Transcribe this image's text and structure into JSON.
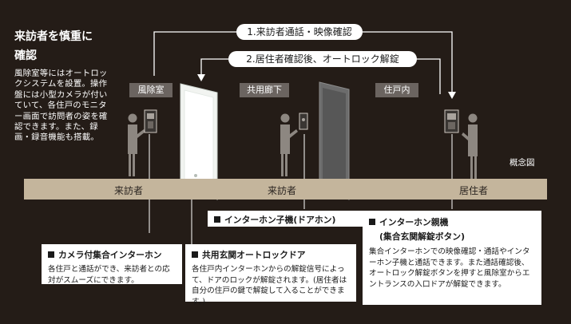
{
  "heading_lines": [
    "来訪者を慎重に",
    "確認"
  ],
  "description": "風除室等にはオートロックシステムを設置。操作盤には小型カメラが付いていて、各住戸のモニター画面で訪問者の姿を確認できます。また、録画・録音機能も搭載。",
  "zones": [
    "風除室",
    "共用廊下",
    "住戸内"
  ],
  "flow": [
    "1.来訪者通話・映像確認",
    "2.居住者確認後、オートロック解錠"
  ],
  "floor_labels": [
    "来訪者",
    "来訪者",
    "居住者"
  ],
  "concept_label": "概念図",
  "callouts": {
    "intercom_child": {
      "title": "インターホン子機(ドアホン)"
    },
    "intercom_parent": {
      "title": "インターホン親機",
      "subtitle": "(集合玄関解錠ボタン)",
      "body": "集合インターホンでの映像確認・通話やインターホン子機と通話できます。また通話確認後、オートロック解錠ボタンを押すと風除室からエントランスの入口ドアが解錠できます。"
    },
    "camera_intercom": {
      "title": "カメラ付集合インターホン",
      "body": "各住戸と通話ができ、来訪者との応対がスムーズにできます。"
    },
    "auto_lock_door": {
      "title": "共用玄関オートロックドア",
      "body": "各住戸内インターホンからの解錠信号によって、ドアのロックが解錠されます。(居住者は自分の住戸の鍵で解錠して入ることができます。)"
    }
  },
  "colors": {
    "background": "#241c17",
    "floor": "#c4b59c",
    "tag": "#6b6460",
    "figure": "#8d8781"
  }
}
